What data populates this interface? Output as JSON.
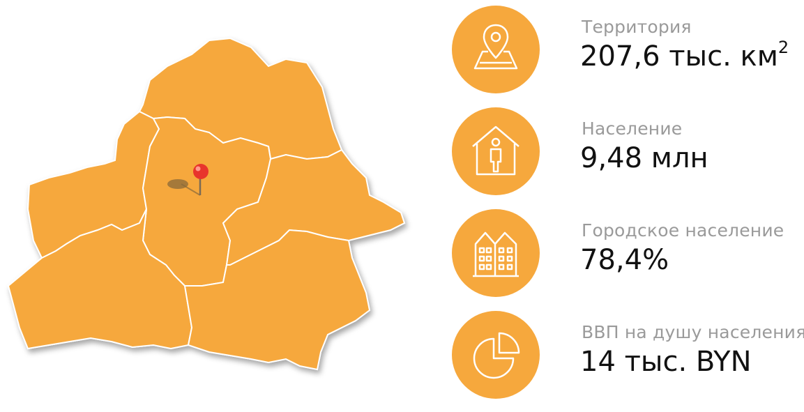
{
  "colors": {
    "accent": "#f6a83d",
    "label": "#9a9a9a",
    "value": "#111111",
    "border": "#ffffff",
    "pin": "#e8342c"
  },
  "stats": [
    {
      "label": "Территория",
      "value": "207,6 тыс. км",
      "sup": "2",
      "icon": "map-location-icon"
    },
    {
      "label": "Население",
      "value": "9,48 млн",
      "icon": "house-person-icon"
    },
    {
      "label": "Городское население",
      "value": "78,4%",
      "icon": "city-buildings-icon"
    },
    {
      "label": "ВВП на душу населения",
      "value": "14 тыс. BYN",
      "icon": "pie-chart-icon"
    }
  ]
}
